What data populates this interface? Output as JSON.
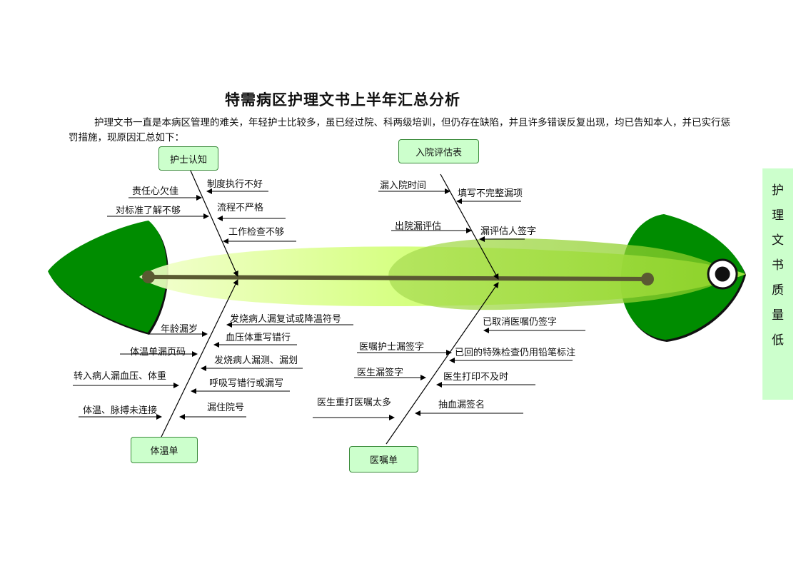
{
  "title": "特需病区护理文书上半年汇总分析",
  "intro": "护理文书一直是本病区管理的难关，年轻护士比较多，虽已经过院、科两级培训，但仍存在缺陷，并且许多错误反复出现，均已告知本人，并已实行惩罚措施，现原因汇总如下：",
  "categories": {
    "nurse_awareness": "护士认知",
    "admission_form": "入院评估表",
    "temperature_sheet": "体温单",
    "doctor_orders": "医嘱单"
  },
  "effect": [
    "护",
    "理",
    "文",
    "书",
    "质",
    "量",
    "低"
  ],
  "causes": {
    "nurse_awareness": [
      "制度执行不好",
      "责任心欠佳",
      "流程不严格",
      "对标准了解不够",
      "工作检查不够"
    ],
    "admission_form": [
      "漏入院时间",
      "填写不完整漏项",
      "出院漏评估",
      "漏评估人签字"
    ],
    "temperature_sheet": [
      "发烧病人漏复试或降温符号",
      "年龄漏岁",
      "血压体重写错行",
      "体温单漏页码",
      "发烧病人漏测、漏划",
      "转入病人漏血压、体重",
      "呼吸写错行或漏写",
      "漏住院号",
      "体温、脉搏未连接"
    ],
    "doctor_orders": [
      "已取消医嘱仍签字",
      "医嘱护士漏签字",
      "已回的特殊检查仍用铅笔标注",
      "医生漏签字",
      "医生打印不及时",
      "医生重打医嘱太多",
      "抽血漏签名"
    ]
  },
  "colors": {
    "fin_dark": "#008c00",
    "body_light": "#ccff66",
    "body_mid": "#99dd33",
    "spine": "#5a5a32",
    "box_fill": "#ccffcc"
  }
}
